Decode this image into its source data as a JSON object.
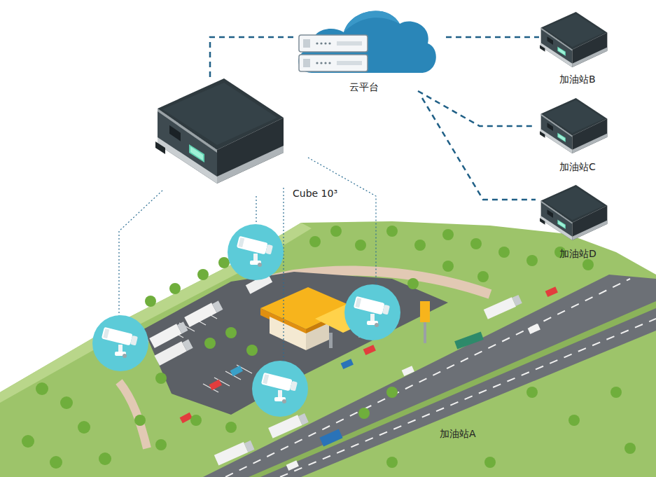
{
  "diagram": {
    "nodes": [
      {
        "text": [
          "云平台"
        ]
      },
      {
        "text": [
          "Cube 10³"
        ]
      },
      {
        "text": [
          "加油站B"
        ]
      },
      {
        "text": [
          "加油站C"
        ]
      },
      {
        "text": [
          "加油站D"
        ]
      }
    ],
    "edges": [
      {
        "from": 1,
        "to": 0,
        "arrow": "none"
      },
      {
        "from": 0,
        "to": 2,
        "arrow": "none"
      },
      {
        "from": 0,
        "to": 3,
        "arrow": "none"
      },
      {
        "from": 0,
        "to": 4,
        "arrow": "none"
      }
    ],
    "labels": [
      "加油站A"
    ]
  }
}
